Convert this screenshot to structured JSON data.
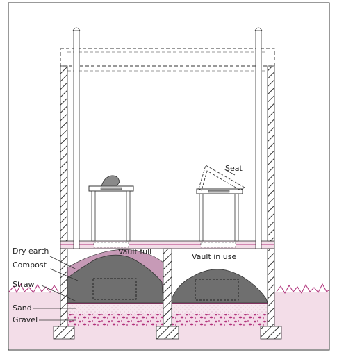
{
  "labels": {
    "dry_earth": "Dry earth",
    "compost": "Compost",
    "straw": "Straw",
    "sand": "Sand",
    "gravel": "Gravel",
    "vault_full": "Vault full",
    "vault_in_use": "Vault in use",
    "seat": "Seat"
  },
  "colors": {
    "ground": "#f3dde8",
    "dry_earth": "#c79ab7",
    "compost": "#6f6f6f",
    "straw_line": "#b0307a",
    "gravel_dots": "#b0307a",
    "outline": "#333333"
  }
}
